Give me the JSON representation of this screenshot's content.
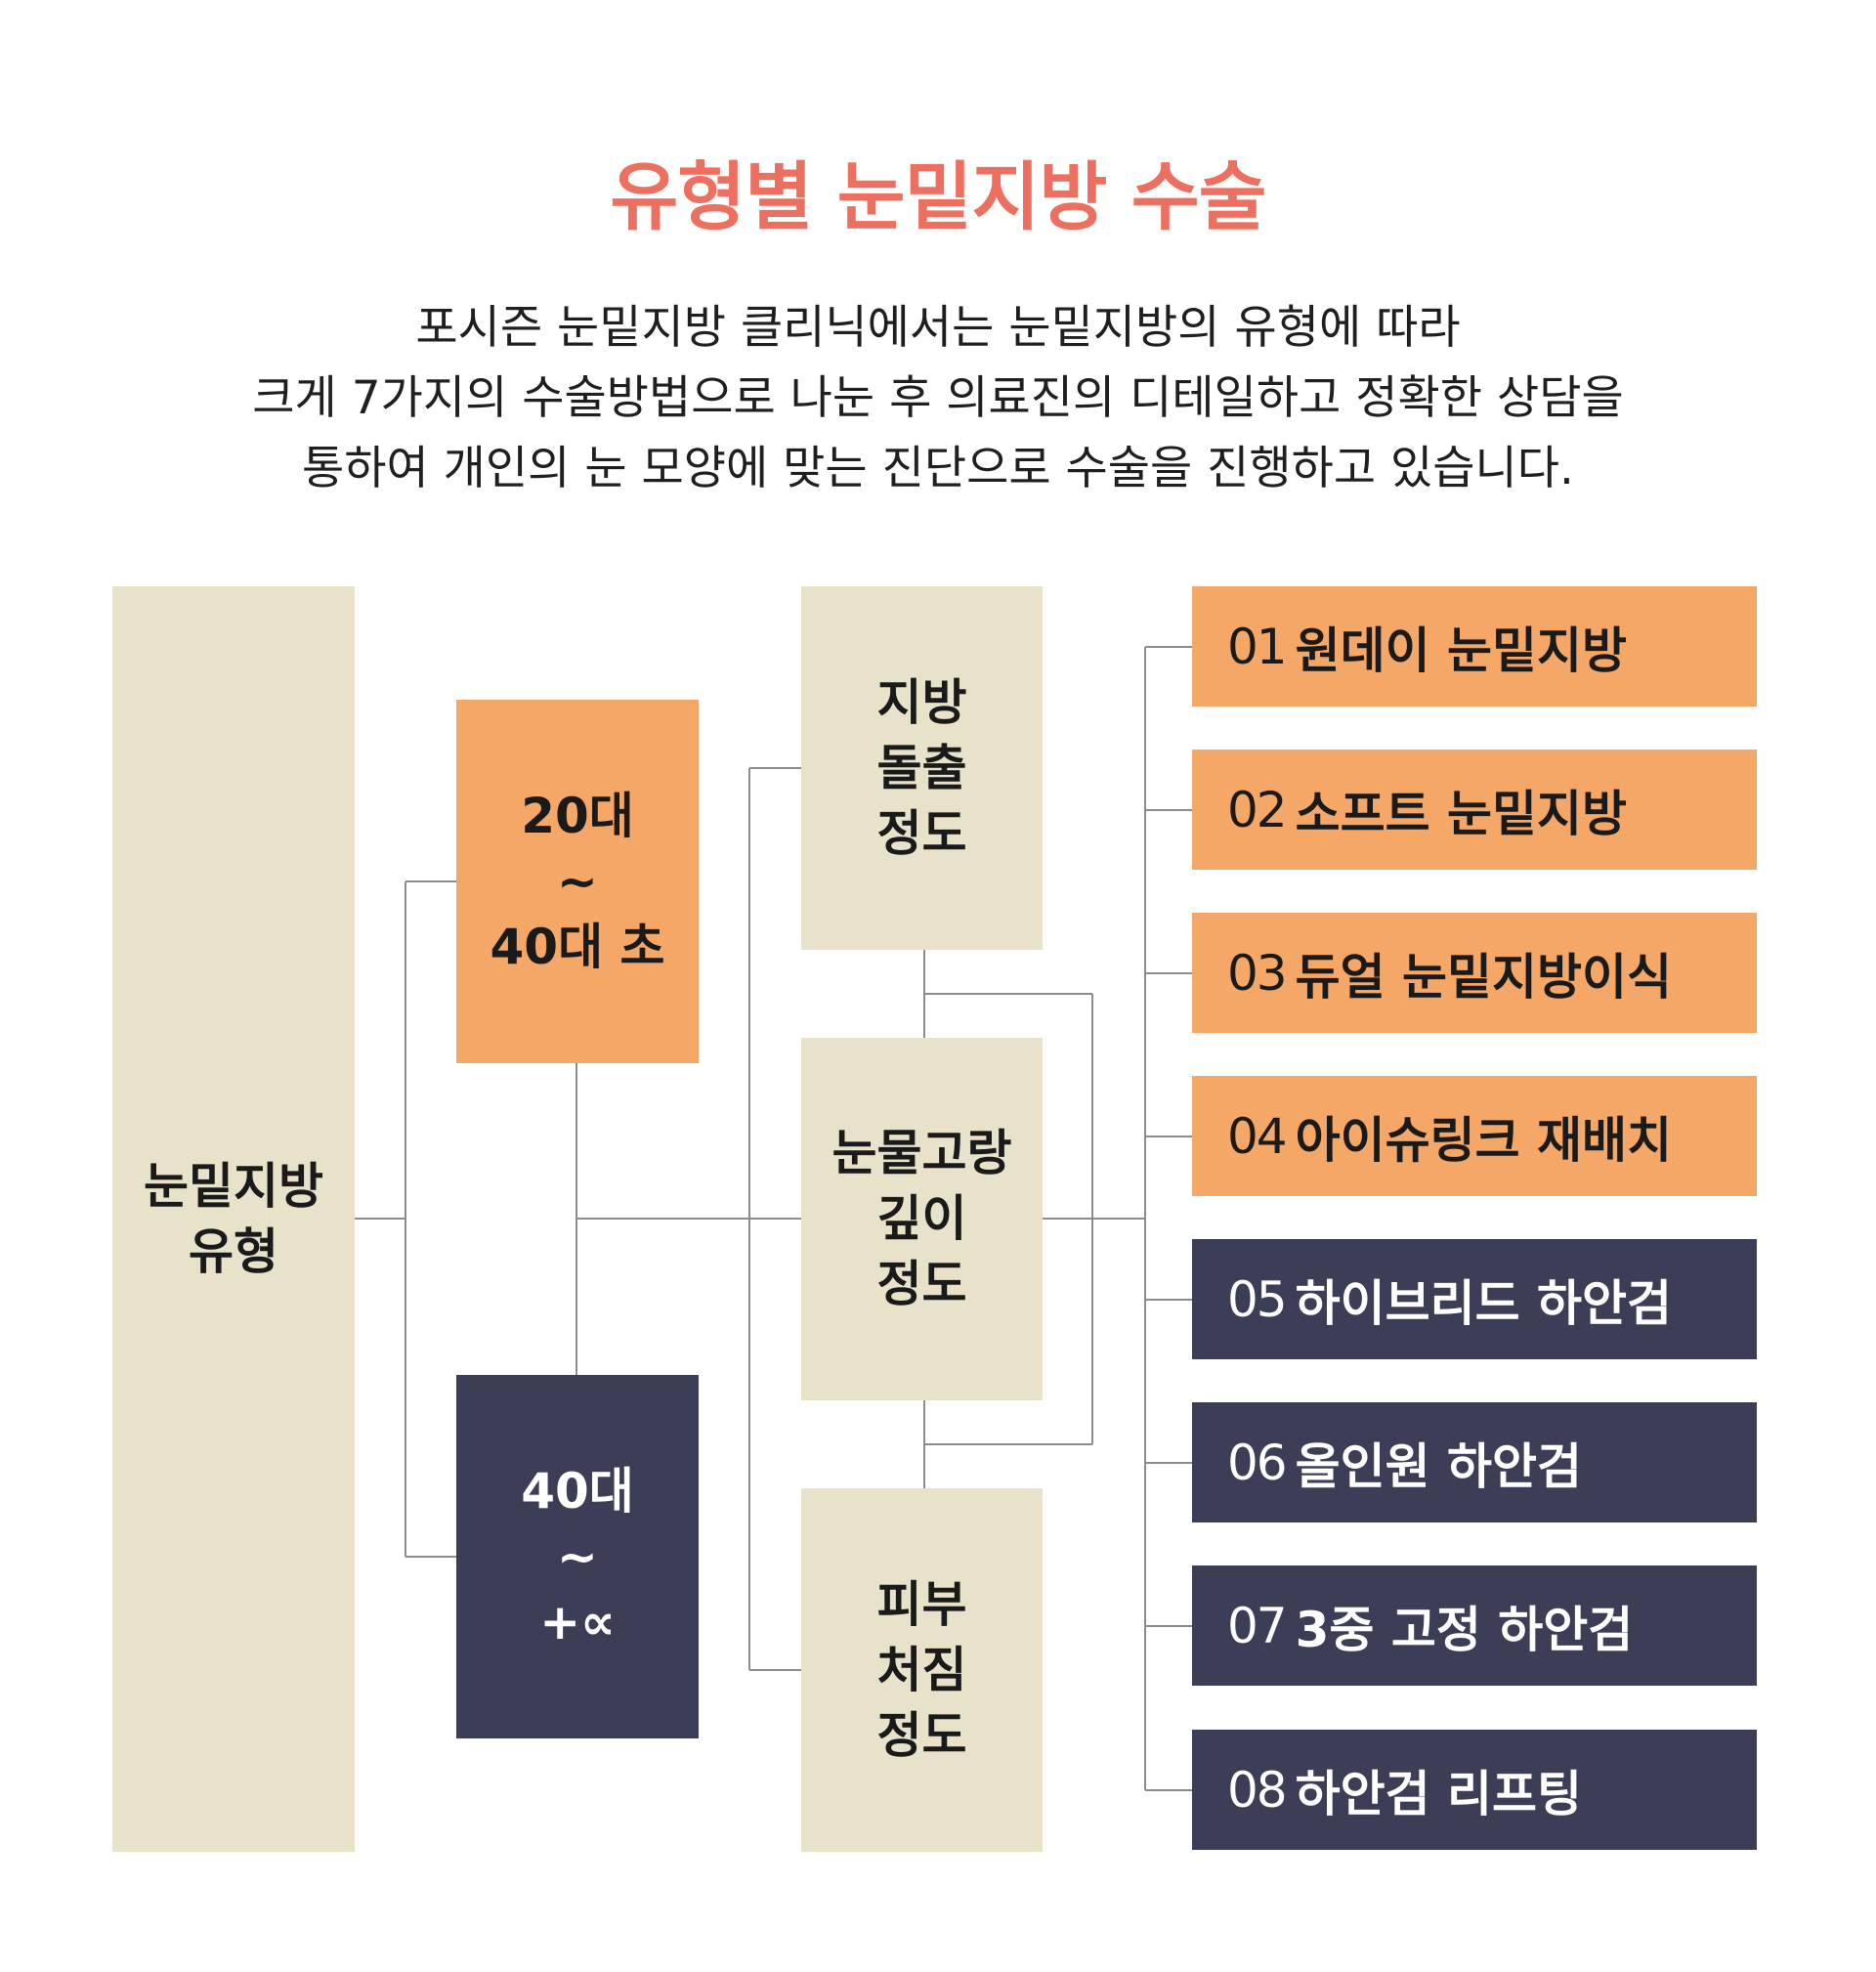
{
  "title": "유형별 눈밑지방 수술",
  "intro": [
    "포시즌 눈밑지방 클리닉에서는 눈밑지방의 유형에 따라",
    "크게 7가지의 수술방법으로 나눈 후 의료진의 디테일하고 정확한 상담을",
    "통하여 개인의 눈 모양에 맞는 진단으로 수술을 진행하고 있습니다."
  ],
  "root": {
    "lines": [
      "눈밑지방",
      "유형"
    ]
  },
  "age_groups": [
    {
      "lines": [
        "20대",
        "~",
        "40대 초"
      ],
      "color": "#f5a767"
    },
    {
      "lines": [
        "40대",
        "~",
        "+∝"
      ],
      "color": "#3b3e56"
    }
  ],
  "criteria": [
    {
      "lines": [
        "지방",
        "돌출",
        "정도"
      ]
    },
    {
      "lines": [
        "눈물고랑",
        "깊이",
        "정도"
      ]
    },
    {
      "lines": [
        "피부",
        "처짐",
        "정도"
      ]
    }
  ],
  "options": [
    {
      "num": "01",
      "label": "원데이 눈밑지방",
      "group": "orange"
    },
    {
      "num": "02",
      "label": "소프트 눈밑지방",
      "group": "orange"
    },
    {
      "num": "03",
      "label": "듀얼 눈밑지방이식",
      "group": "orange"
    },
    {
      "num": "04",
      "label": "아이슈링크 재배치",
      "group": "orange"
    },
    {
      "num": "05",
      "label": "하이브리드 하안검",
      "group": "navy"
    },
    {
      "num": "06",
      "label": "올인원 하안검",
      "group": "navy"
    },
    {
      "num": "07",
      "label": "3중 고정 하안검",
      "group": "navy"
    },
    {
      "num": "08",
      "label": "하안검 리프팅",
      "group": "navy"
    }
  ],
  "colors": {
    "title": "#ec6f5f",
    "beige": "#e8e2cb",
    "orange": "#f5a767",
    "navy": "#3b3e56",
    "connector": "#8c8c8c"
  }
}
